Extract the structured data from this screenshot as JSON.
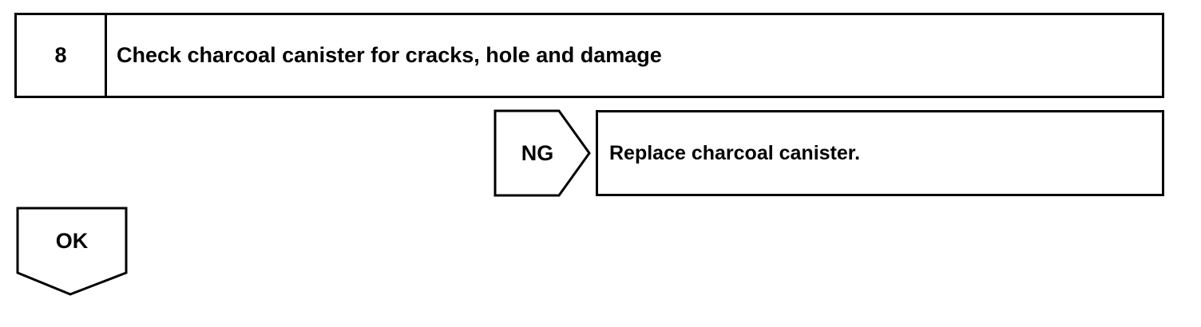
{
  "step": {
    "number": "8",
    "title": "Check charcoal canister for cracks, hole and damage"
  },
  "ng_branch": {
    "label": "NG",
    "action": "Replace charcoal canister."
  },
  "ok_branch": {
    "label": "OK"
  }
}
